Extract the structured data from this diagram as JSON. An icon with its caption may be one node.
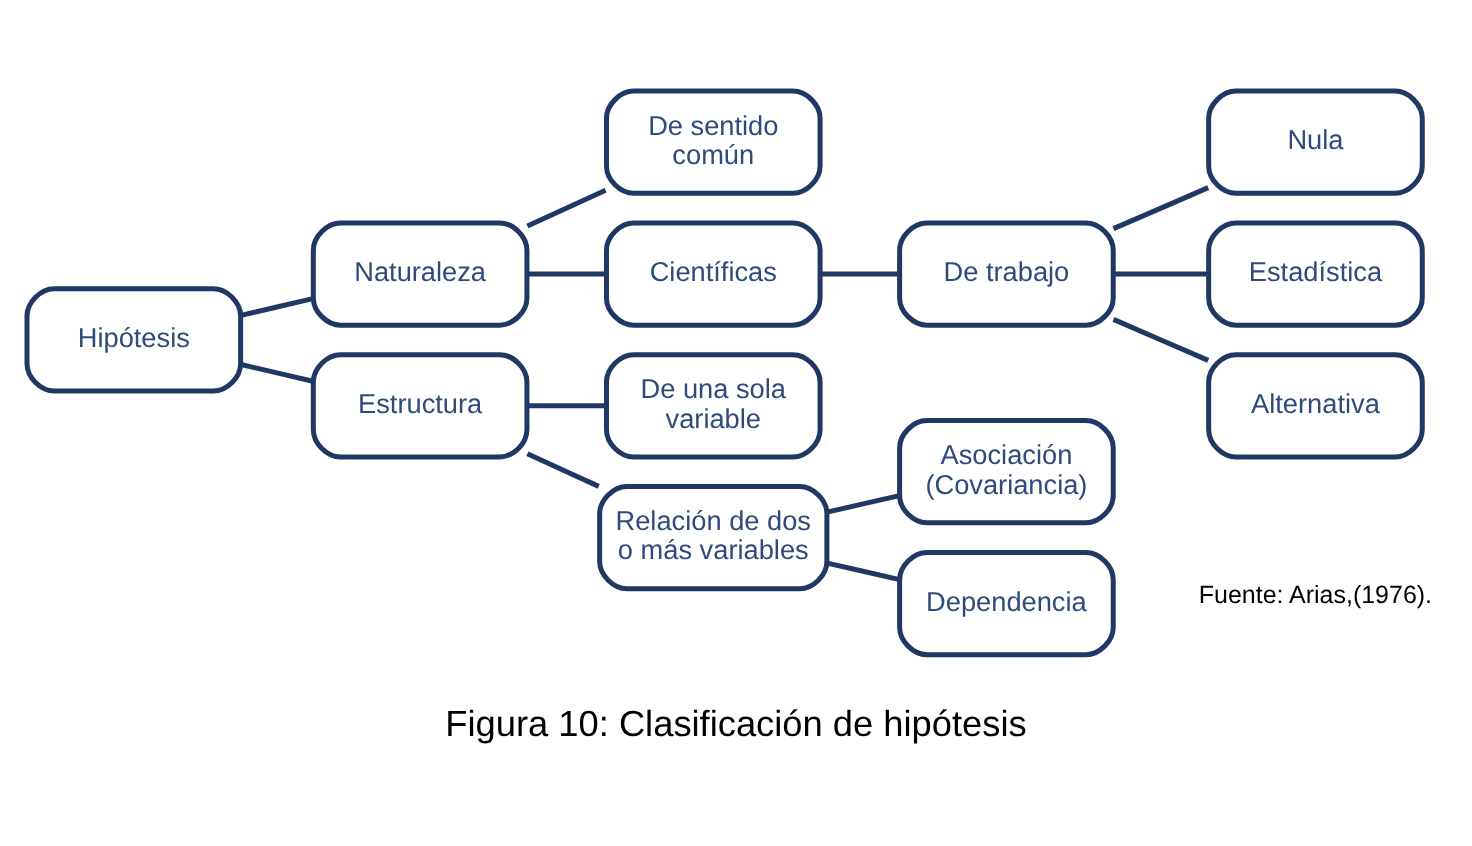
{
  "diagram": {
    "caption": "Figura 10: Clasificación de hipótesis",
    "nodes": [
      {
        "text": [
          "Hipótesis"
        ]
      },
      {
        "text": [
          "Naturaleza"
        ]
      },
      {
        "text": [
          "Estructura"
        ]
      },
      {
        "text": [
          "De sentido común"
        ]
      },
      {
        "text": [
          "Científicas"
        ]
      },
      {
        "text": [
          "De trabajo"
        ]
      },
      {
        "text": [
          "Nula"
        ]
      },
      {
        "text": [
          "Estadística"
        ]
      },
      {
        "text": [
          "Alternativa"
        ]
      },
      {
        "text": [
          "De una sola variable"
        ]
      },
      {
        "text": [
          "Relación de dos o más variables"
        ]
      },
      {
        "text": [
          "Asociación (Covariancia)"
        ]
      },
      {
        "text": [
          "Dependencia"
        ]
      }
    ],
    "edges": [
      {
        "from": 0,
        "to": 1,
        "arrow": "none"
      },
      {
        "from": 0,
        "to": 2,
        "arrow": "none"
      },
      {
        "from": 1,
        "to": 3,
        "arrow": "none"
      },
      {
        "from": 1,
        "to": 4,
        "arrow": "none"
      },
      {
        "from": 4,
        "to": 5,
        "arrow": "none"
      },
      {
        "from": 5,
        "to": 6,
        "arrow": "none"
      },
      {
        "from": 5,
        "to": 7,
        "arrow": "none"
      },
      {
        "from": 5,
        "to": 8,
        "arrow": "none"
      },
      {
        "from": 2,
        "to": 9,
        "arrow": "none"
      },
      {
        "from": 2,
        "to": 10,
        "arrow": "none"
      },
      {
        "from": 10,
        "to": 11,
        "arrow": "none"
      },
      {
        "from": 10,
        "to": 12,
        "arrow": "none"
      }
    ],
    "labels": [
      "Fuente: Arias,(1976)."
    ]
  }
}
